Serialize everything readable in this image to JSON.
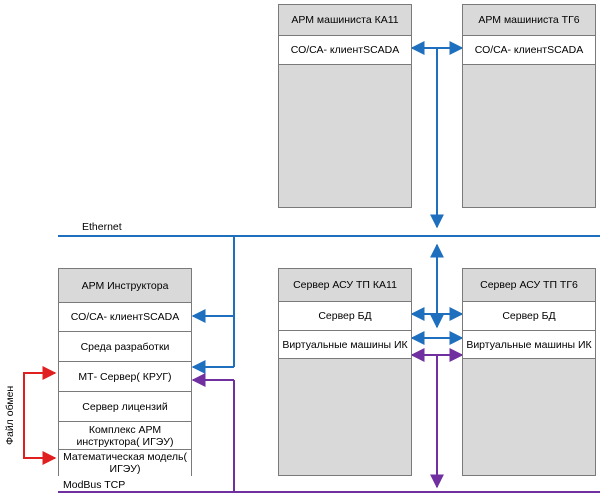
{
  "networks": {
    "ethernet": "Ethernet",
    "modbus": "ModBus TCP",
    "file_exchange": "Файл обмен"
  },
  "arm_ka11": {
    "title": "АРМ машиниста КА11",
    "cell1": "СО/СА- клиентSCADA"
  },
  "arm_tg6": {
    "title": "АРМ машиниста ТГ6",
    "cell1": "СО/СА- клиентSCADA"
  },
  "arm_instructor": {
    "title": "АРМ Инструктора",
    "cells": [
      "СО/СА- клиентSCADA",
      "Среда разработки",
      "МТ- Сервер( КРУГ)",
      "Сервер лицензий",
      "Комплекс АРМ инструктора( ИГЭУ)",
      "Математическая модель( ИГЭУ)"
    ]
  },
  "server_ka11": {
    "title": "Сервер АСУ ТП КА11",
    "db": "Сервер БД",
    "vm": "Виртуальные машины ИК"
  },
  "server_tg6": {
    "title": "Сервер АСУ ТП ТГ6",
    "db": "Сервер БД",
    "vm": "Виртуальные машины ИК"
  },
  "colors": {
    "ethernet": "#1f6fbf",
    "modbus": "#7030a0",
    "file_exchange": "#e02020",
    "box_fill": "#d9d9d9",
    "box_border": "#7a7a7a"
  }
}
